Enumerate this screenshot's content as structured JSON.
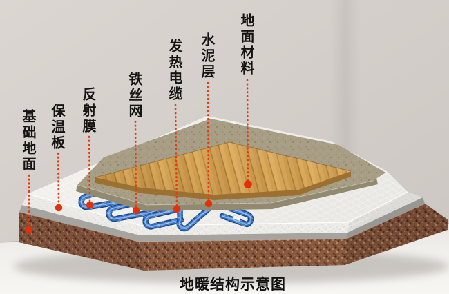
{
  "diagram": {
    "title": "地暖结构示意图",
    "labels": [
      {
        "id": "base-ground",
        "text": "基础地面"
      },
      {
        "id": "insulation-board",
        "text": "保温板"
      },
      {
        "id": "reflective-film",
        "text": "反射膜"
      },
      {
        "id": "wire-mesh",
        "text": "铁丝网"
      },
      {
        "id": "heating-cable",
        "text": "发热电缆"
      },
      {
        "id": "cement-layer",
        "text": "水泥层"
      },
      {
        "id": "floor-material",
        "text": "地面材料"
      }
    ],
    "colors": {
      "leader_red": "#e63a10",
      "cable_blue": "#2f6ec9",
      "wood": "#cf9a4a",
      "cement": "#a79e85",
      "foam_white": "#eceae6",
      "base_brown": "#8b5a41",
      "wall": "#d4cfca"
    }
  }
}
